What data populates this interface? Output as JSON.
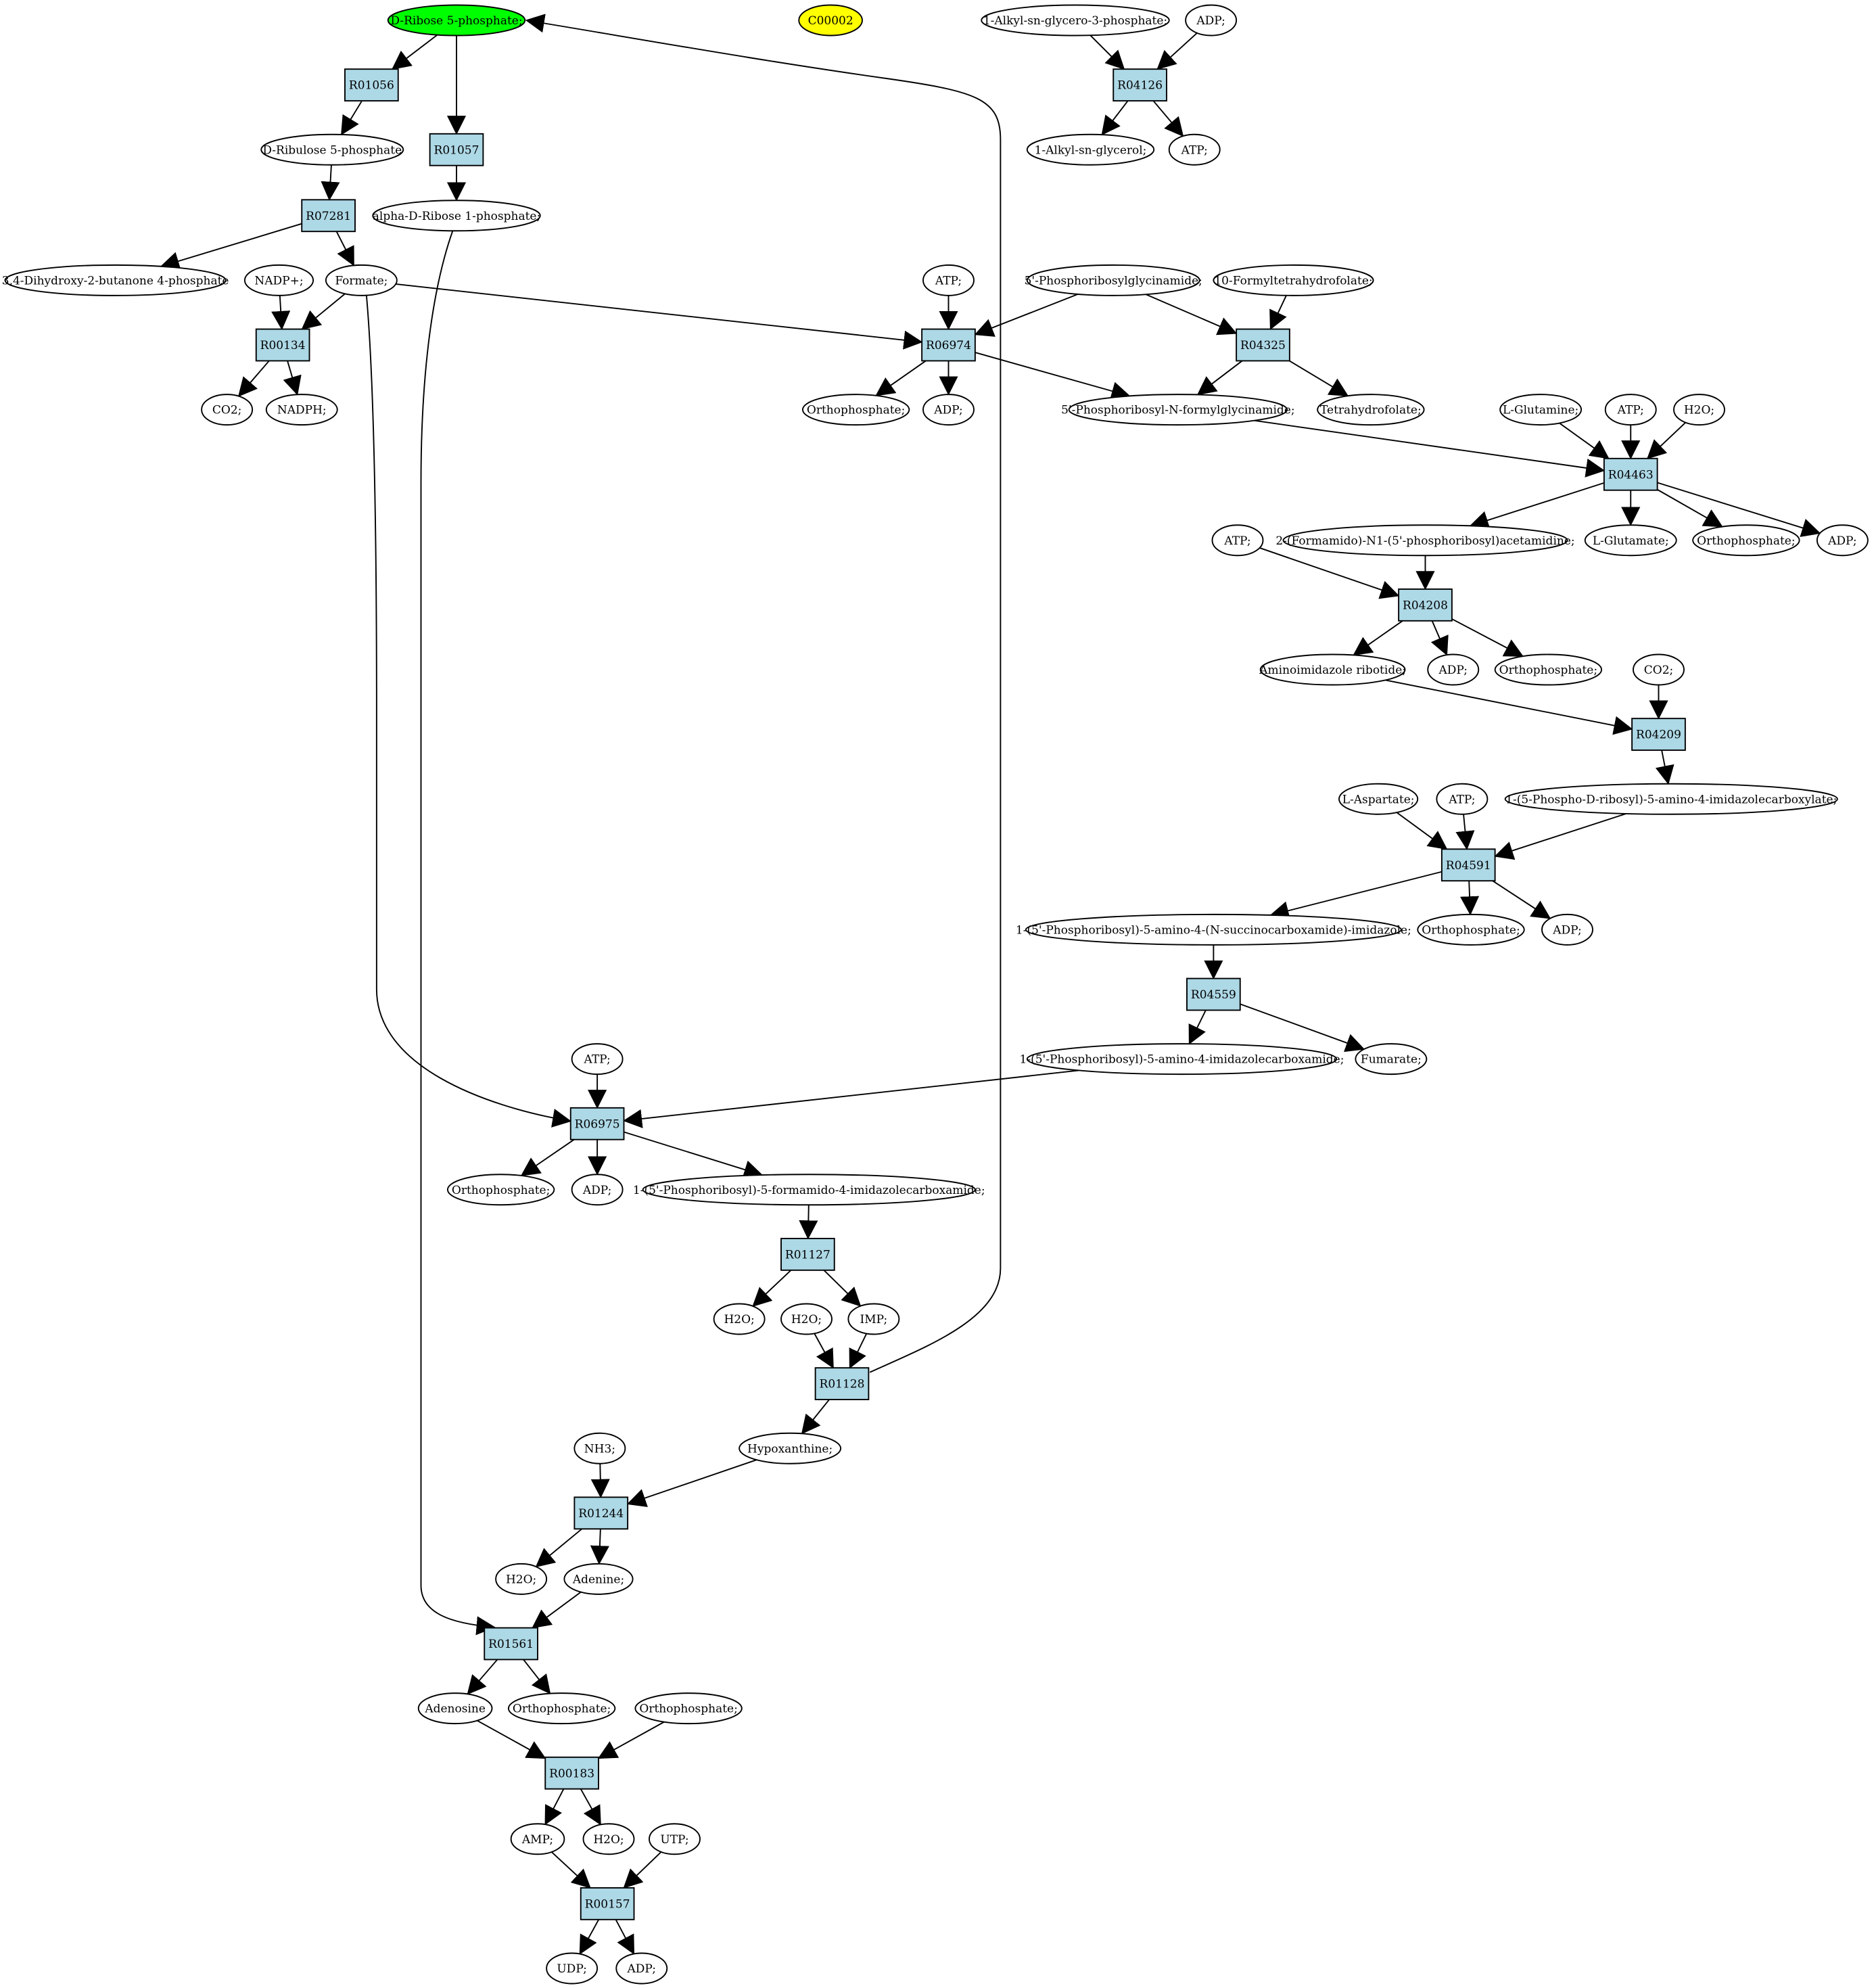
{
  "colors": {
    "reaction_fill": "#add8e6",
    "start_fill": "#00ff00",
    "target_fill": "#ffff00",
    "compound_fill": "#ffffff",
    "stroke": "#000000"
  },
  "nodes": [
    {
      "id": "c_rib5p",
      "label": "D-Ribose 5-phosphate;",
      "kind": "start"
    },
    {
      "id": "c_c00002",
      "label": "C00002",
      "kind": "target"
    },
    {
      "id": "c_alkylg3p",
      "label": "1-Alkyl-sn-glycero-3-phosphate;",
      "kind": "compound"
    },
    {
      "id": "c_adp_1",
      "label": "ADP;",
      "kind": "compound"
    },
    {
      "id": "r_R01056",
      "label": "R01056",
      "kind": "reaction"
    },
    {
      "id": "r_R04126",
      "label": "R04126",
      "kind": "reaction"
    },
    {
      "id": "r_R01057",
      "label": "R01057",
      "kind": "reaction"
    },
    {
      "id": "c_ribu5p",
      "label": "D-Ribulose 5-phosphate",
      "kind": "compound"
    },
    {
      "id": "c_alkylg",
      "label": "1-Alkyl-sn-glycerol;",
      "kind": "compound"
    },
    {
      "id": "c_atp_1",
      "label": "ATP;",
      "kind": "compound"
    },
    {
      "id": "r_R07281",
      "label": "R07281",
      "kind": "reaction"
    },
    {
      "id": "c_arib1p",
      "label": "alpha-D-Ribose 1-phosphate;",
      "kind": "compound"
    },
    {
      "id": "c_dhbp",
      "label": "3,4-Dihydroxy-2-butanone 4-phosphate",
      "kind": "compound"
    },
    {
      "id": "c_nadp",
      "label": "NADP+;",
      "kind": "compound"
    },
    {
      "id": "c_formate",
      "label": "Formate;",
      "kind": "compound"
    },
    {
      "id": "c_atp_2",
      "label": "ATP;",
      "kind": "compound"
    },
    {
      "id": "c_prg",
      "label": "5'-Phosphoribosylglycinamide;",
      "kind": "compound"
    },
    {
      "id": "c_10fthf",
      "label": "10-Formyltetrahydrofolate;",
      "kind": "compound"
    },
    {
      "id": "r_R00134",
      "label": "R00134",
      "kind": "reaction"
    },
    {
      "id": "r_R06974",
      "label": "R06974",
      "kind": "reaction"
    },
    {
      "id": "r_R04325",
      "label": "R04325",
      "kind": "reaction"
    },
    {
      "id": "c_co2_1",
      "label": "CO2;",
      "kind": "compound"
    },
    {
      "id": "c_nadph",
      "label": "NADPH;",
      "kind": "compound"
    },
    {
      "id": "c_pi_1",
      "label": "Orthophosphate;",
      "kind": "compound"
    },
    {
      "id": "c_adp_2",
      "label": "ADP;",
      "kind": "compound"
    },
    {
      "id": "c_fgar",
      "label": "5'-Phosphoribosyl-N-formylglycinamide;",
      "kind": "compound"
    },
    {
      "id": "c_thf",
      "label": "Tetrahydrofolate;",
      "kind": "compound"
    },
    {
      "id": "c_gln",
      "label": "L-Glutamine;",
      "kind": "compound"
    },
    {
      "id": "c_atp_3",
      "label": "ATP;",
      "kind": "compound"
    },
    {
      "id": "c_h2o_1",
      "label": "H2O;",
      "kind": "compound"
    },
    {
      "id": "r_R04463",
      "label": "R04463",
      "kind": "reaction"
    },
    {
      "id": "c_atp_4",
      "label": "ATP;",
      "kind": "compound"
    },
    {
      "id": "c_fgam",
      "label": "2-(Formamido)-N1-(5'-phosphoribosyl)acetamidine;",
      "kind": "compound"
    },
    {
      "id": "c_glu",
      "label": "L-Glutamate;",
      "kind": "compound"
    },
    {
      "id": "c_pi_2",
      "label": "Orthophosphate;",
      "kind": "compound"
    },
    {
      "id": "c_adp_3",
      "label": "ADP;",
      "kind": "compound"
    },
    {
      "id": "r_R04208",
      "label": "R04208",
      "kind": "reaction"
    },
    {
      "id": "c_air",
      "label": "Aminoimidazole ribotide;",
      "kind": "compound"
    },
    {
      "id": "c_adp_4",
      "label": "ADP;",
      "kind": "compound"
    },
    {
      "id": "c_pi_3",
      "label": "Orthophosphate;",
      "kind": "compound"
    },
    {
      "id": "c_co2_2",
      "label": "CO2;",
      "kind": "compound"
    },
    {
      "id": "r_R04209",
      "label": "R04209",
      "kind": "reaction"
    },
    {
      "id": "c_asp",
      "label": "L-Aspartate;",
      "kind": "compound"
    },
    {
      "id": "c_atp_5",
      "label": "ATP;",
      "kind": "compound"
    },
    {
      "id": "c_cair",
      "label": "1-(5-Phospho-D-ribosyl)-5-amino-4-imidazolecarboxylate;",
      "kind": "compound"
    },
    {
      "id": "r_R04591",
      "label": "R04591",
      "kind": "reaction"
    },
    {
      "id": "c_saicar",
      "label": "1-(5'-Phosphoribosyl)-5-amino-4-(N-succinocarboxamide)-imidazole;",
      "kind": "compound"
    },
    {
      "id": "c_pi_4",
      "label": "Orthophosphate;",
      "kind": "compound"
    },
    {
      "id": "c_adp_5",
      "label": "ADP;",
      "kind": "compound"
    },
    {
      "id": "r_R04559",
      "label": "R04559",
      "kind": "reaction"
    },
    {
      "id": "c_atp_6",
      "label": "ATP;",
      "kind": "compound"
    },
    {
      "id": "c_aicar",
      "label": "1-(5'-Phosphoribosyl)-5-amino-4-imidazolecarboxamide;",
      "kind": "compound"
    },
    {
      "id": "c_fumarate",
      "label": "Fumarate;",
      "kind": "compound"
    },
    {
      "id": "r_R06975",
      "label": "R06975",
      "kind": "reaction"
    },
    {
      "id": "c_pi_5",
      "label": "Orthophosphate;",
      "kind": "compound"
    },
    {
      "id": "c_adp_6",
      "label": "ADP;",
      "kind": "compound"
    },
    {
      "id": "c_faicar",
      "label": "1-(5'-Phosphoribosyl)-5-formamido-4-imidazolecarboxamide;",
      "kind": "compound"
    },
    {
      "id": "r_R01127",
      "label": "R01127",
      "kind": "reaction"
    },
    {
      "id": "c_h2o_2",
      "label": "H2O;",
      "kind": "compound"
    },
    {
      "id": "c_h2o_3",
      "label": "H2O;",
      "kind": "compound"
    },
    {
      "id": "c_imp",
      "label": "IMP;",
      "kind": "compound"
    },
    {
      "id": "r_R01128",
      "label": "R01128",
      "kind": "reaction"
    },
    {
      "id": "c_nh3",
      "label": "NH3;",
      "kind": "compound"
    },
    {
      "id": "c_hypox",
      "label": "Hypoxanthine;",
      "kind": "compound"
    },
    {
      "id": "r_R01244",
      "label": "R01244",
      "kind": "reaction"
    },
    {
      "id": "c_h2o_4",
      "label": "H2O;",
      "kind": "compound"
    },
    {
      "id": "c_adenine",
      "label": "Adenine;",
      "kind": "compound"
    },
    {
      "id": "r_R01561",
      "label": "R01561",
      "kind": "reaction"
    },
    {
      "id": "c_adenosine",
      "label": "Adenosine",
      "kind": "compound"
    },
    {
      "id": "c_pi_6",
      "label": "Orthophosphate;",
      "kind": "compound"
    },
    {
      "id": "c_pi_7",
      "label": "Orthophosphate;",
      "kind": "compound"
    },
    {
      "id": "r_R00183",
      "label": "R00183",
      "kind": "reaction"
    },
    {
      "id": "c_amp",
      "label": "AMP;",
      "kind": "compound"
    },
    {
      "id": "c_h2o_5",
      "label": "H2O;",
      "kind": "compound"
    },
    {
      "id": "c_utp",
      "label": "UTP;",
      "kind": "compound"
    },
    {
      "id": "r_R00157",
      "label": "R00157",
      "kind": "reaction"
    },
    {
      "id": "c_udp",
      "label": "UDP;",
      "kind": "compound"
    },
    {
      "id": "c_adp_7",
      "label": "ADP;",
      "kind": "compound"
    }
  ],
  "edges": [
    [
      "c_rib5p",
      "r_R01056"
    ],
    [
      "c_rib5p",
      "r_R01057"
    ],
    [
      "r_R01056",
      "c_ribu5p"
    ],
    [
      "c_ribu5p",
      "r_R07281"
    ],
    [
      "r_R07281",
      "c_dhbp"
    ],
    [
      "r_R07281",
      "c_formate"
    ],
    [
      "r_R01057",
      "c_arib1p"
    ],
    [
      "c_arib1p",
      "r_R01561"
    ],
    [
      "c_alkylg3p",
      "r_R04126"
    ],
    [
      "c_adp_1",
      "r_R04126"
    ],
    [
      "r_R04126",
      "c_alkylg"
    ],
    [
      "r_R04126",
      "c_atp_1"
    ],
    [
      "c_nadp",
      "r_R00134"
    ],
    [
      "c_formate",
      "r_R00134"
    ],
    [
      "r_R00134",
      "c_co2_1"
    ],
    [
      "r_R00134",
      "c_nadph"
    ],
    [
      "c_formate",
      "r_R06974"
    ],
    [
      "c_atp_2",
      "r_R06974"
    ],
    [
      "c_prg",
      "r_R06974"
    ],
    [
      "r_R06974",
      "c_pi_1"
    ],
    [
      "r_R06974",
      "c_adp_2"
    ],
    [
      "r_R06974",
      "c_fgar"
    ],
    [
      "c_prg",
      "r_R04325"
    ],
    [
      "c_10fthf",
      "r_R04325"
    ],
    [
      "r_R04325",
      "c_fgar"
    ],
    [
      "r_R04325",
      "c_thf"
    ],
    [
      "c_fgar",
      "r_R04463"
    ],
    [
      "c_gln",
      "r_R04463"
    ],
    [
      "c_atp_3",
      "r_R04463"
    ],
    [
      "c_h2o_1",
      "r_R04463"
    ],
    [
      "r_R04463",
      "c_fgam"
    ],
    [
      "r_R04463",
      "c_glu"
    ],
    [
      "r_R04463",
      "c_pi_2"
    ],
    [
      "r_R04463",
      "c_adp_3"
    ],
    [
      "c_atp_4",
      "r_R04208"
    ],
    [
      "c_fgam",
      "r_R04208"
    ],
    [
      "r_R04208",
      "c_air"
    ],
    [
      "r_R04208",
      "c_adp_4"
    ],
    [
      "r_R04208",
      "c_pi_3"
    ],
    [
      "c_air",
      "r_R04209"
    ],
    [
      "c_co2_2",
      "r_R04209"
    ],
    [
      "r_R04209",
      "c_cair"
    ],
    [
      "c_asp",
      "r_R04591"
    ],
    [
      "c_atp_5",
      "r_R04591"
    ],
    [
      "c_cair",
      "r_R04591"
    ],
    [
      "r_R04591",
      "c_saicar"
    ],
    [
      "r_R04591",
      "c_pi_4"
    ],
    [
      "r_R04591",
      "c_adp_5"
    ],
    [
      "c_saicar",
      "r_R04559"
    ],
    [
      "r_R04559",
      "c_aicar"
    ],
    [
      "r_R04559",
      "c_fumarate"
    ],
    [
      "c_formate",
      "r_R06975"
    ],
    [
      "c_atp_6",
      "r_R06975"
    ],
    [
      "c_aicar",
      "r_R06975"
    ],
    [
      "r_R06975",
      "c_pi_5"
    ],
    [
      "r_R06975",
      "c_adp_6"
    ],
    [
      "r_R06975",
      "c_faicar"
    ],
    [
      "c_faicar",
      "r_R01127"
    ],
    [
      "r_R01127",
      "c_h2o_2"
    ],
    [
      "r_R01127",
      "c_imp"
    ],
    [
      "c_h2o_3",
      "r_R01128"
    ],
    [
      "c_imp",
      "r_R01128"
    ],
    [
      "r_R01128",
      "c_hypox"
    ],
    [
      "r_R01128",
      "c_rib5p"
    ],
    [
      "c_nh3",
      "r_R01244"
    ],
    [
      "c_hypox",
      "r_R01244"
    ],
    [
      "r_R01244",
      "c_h2o_4"
    ],
    [
      "r_R01244",
      "c_adenine"
    ],
    [
      "c_adenine",
      "r_R01561"
    ],
    [
      "r_R01561",
      "c_adenosine"
    ],
    [
      "r_R01561",
      "c_pi_6"
    ],
    [
      "c_adenosine",
      "r_R00183"
    ],
    [
      "c_pi_7",
      "r_R00183"
    ],
    [
      "r_R00183",
      "c_amp"
    ],
    [
      "r_R00183",
      "c_h2o_5"
    ],
    [
      "c_amp",
      "r_R00157"
    ],
    [
      "c_utp",
      "r_R00157"
    ],
    [
      "r_R00157",
      "c_udp"
    ],
    [
      "r_R00157",
      "c_adp_7"
    ]
  ]
}
